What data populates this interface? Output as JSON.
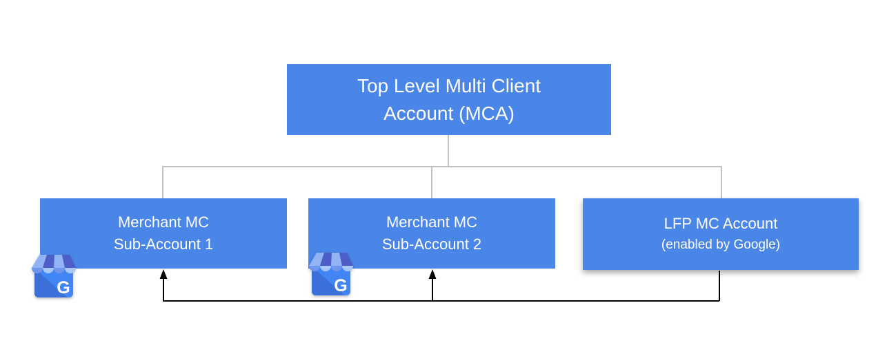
{
  "colors": {
    "page-bg": "#ffffff",
    "node-fill": "#4a86e8",
    "node-text": "#ffffff",
    "connector-gray": "#c2c2c2",
    "arrow-black": "#000000",
    "gmb-body": "#4285f4",
    "gmb-shade": "#3a70d8",
    "gmb-band-light": "#92b3f5",
    "gmb-band-dark": "#4d5ec9",
    "gmb-scallop-med": "#6e96ec",
    "gmb-scallop-light": "#a9c6fa"
  },
  "nodes": {
    "mca": {
      "line1": "Top Level Multi Client",
      "line2": "Account (MCA)"
    },
    "sub1": {
      "line1": "Merchant MC",
      "line2": "Sub-Account 1"
    },
    "sub2": {
      "line1": "Merchant MC",
      "line2": "Sub-Account 2"
    },
    "lfp": {
      "line1": "LFP MC Account",
      "line2": "(enabled by Google)"
    }
  },
  "icons": {
    "sub1_icon": "google-my-business-icon",
    "sub2_icon": "google-my-business-icon"
  }
}
